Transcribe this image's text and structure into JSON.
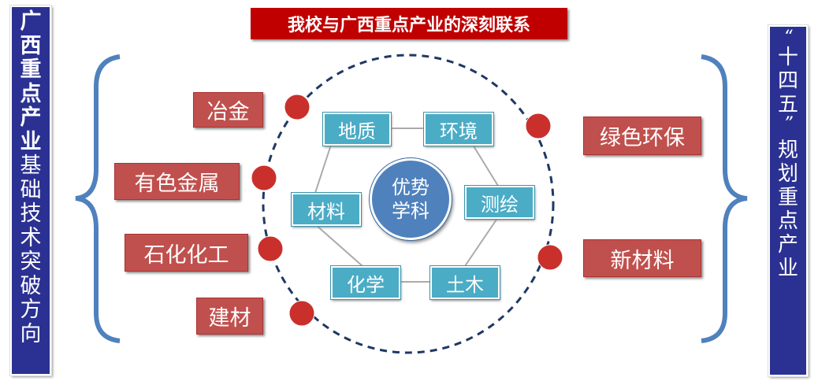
{
  "title": "我校与广西重点产业的深刻联系",
  "left_bar": {
    "bold": [
      "广",
      "西",
      "重",
      "点",
      "产",
      "业"
    ],
    "normal": [
      "基",
      "础",
      "技",
      "术",
      "突",
      "破",
      "方",
      "向"
    ]
  },
  "right_bar": {
    "open_quote": "“",
    "chars1": [
      "十",
      "四",
      "五"
    ],
    "close_quote": "”",
    "chars2": [
      "规",
      "划",
      "重",
      "点",
      "产",
      "业"
    ]
  },
  "left_industries": [
    "冶金",
    "有色金属",
    "石化化工",
    "建材"
  ],
  "right_industries": [
    "绿色环保",
    "新材料"
  ],
  "disciplines": [
    "地质",
    "环境",
    "材料",
    "测绘",
    "化学",
    "土木"
  ],
  "core": [
    "优势",
    "学科"
  ],
  "colors": {
    "bar": "#2b3192",
    "title": "#c00000",
    "industry": "#c0504d",
    "discipline": "#4bacc6",
    "core": "#4f81bd",
    "brace": "#4f81bd"
  }
}
